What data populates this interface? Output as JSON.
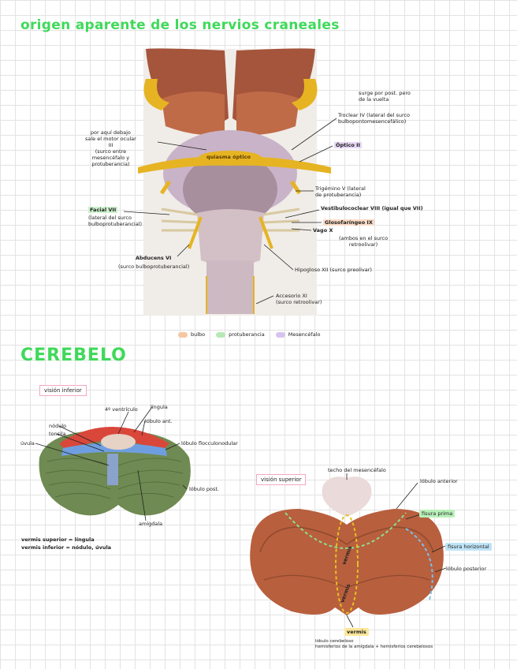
{
  "headings": {
    "origin": "origen aparente de los nervios craneales",
    "cerebelo": "CEREBELO"
  },
  "brainstem_labels": {
    "troclear_note": "surge por post. pero\nde la vuelta",
    "troclear": "Troclear IV (lateral del surco\nbulbopontomesencefálico)",
    "optico": "Óptico II",
    "motor_ocular": "por aquí debajo\nsale el motor ocular\nIII\n(surco entre\nmesencéfalo y\nprotuberancia)",
    "quiasma": "quiasma óptico",
    "trigemino": "Trigémino V (lateral\nde protuberancia)",
    "vestibulococlear": "Vestibulococlear VIII (igual que VII)",
    "facial": "Facial VII",
    "facial_detail": "(lateral del surco\nbulboprotuberancial)",
    "glosofaringeo": "Glosofaríngeo IX",
    "vago": "Vago X",
    "vago_note": "(ambos en el surco\nretroolivar)",
    "abducens": "Abducens VI",
    "abducens_detail": "(surco bulboprotuberancial)",
    "hipogloso": "Hipogloso XII (surco preolivar)",
    "accesorio": "Accesorio XI\n(surco retroolivar)"
  },
  "legend": [
    {
      "label": "bulbo",
      "color": "#f6c7a3"
    },
    {
      "label": "protuberancia",
      "color": "#b8e8b8"
    },
    {
      "label": "Mesencéfalo",
      "color": "#d7c4ee"
    }
  ],
  "inferior": {
    "box": "visión inferior",
    "ventriculo": "4º ventrículo",
    "lingula": "língula",
    "lobulo_ant": "lóbulo ant.",
    "nodulo": "nódulo",
    "tonsil": "tonsila",
    "uvula": "úvula",
    "flocculo": "lóbulo flocculonodular",
    "lobulo_post": "lóbulo post.",
    "amigdala": "amígdala",
    "vermis_notes": "vermis superior = língula\nvermis inferior = nódulo, úvula"
  },
  "superior": {
    "box": "visión superior",
    "techo": "techo del mesencéfalo",
    "lobulo_anterior": "lóbulo anterior",
    "fisura_prima": "fisura prima",
    "fisura_horizontal": "fisura horizontal",
    "lobulo_posterior": "lóbulo posterior",
    "vermis_label": "vermis",
    "vermis_top": "vermis",
    "vermis_bottom": "vermis",
    "vermis_notes": "lóbulo cerebeloso\nhemisferios de la amígdala + hemisferios cerebelosos"
  },
  "colors": {
    "title_green": "#3fd95a",
    "muscle": "#b85f3e",
    "nerve": "#e6b422",
    "stem": "#bfa9b3",
    "cerebellum_green": "#6f8a52",
    "anterior_red": "#d9473a",
    "flocculo_blue": "#6f9ee0"
  }
}
